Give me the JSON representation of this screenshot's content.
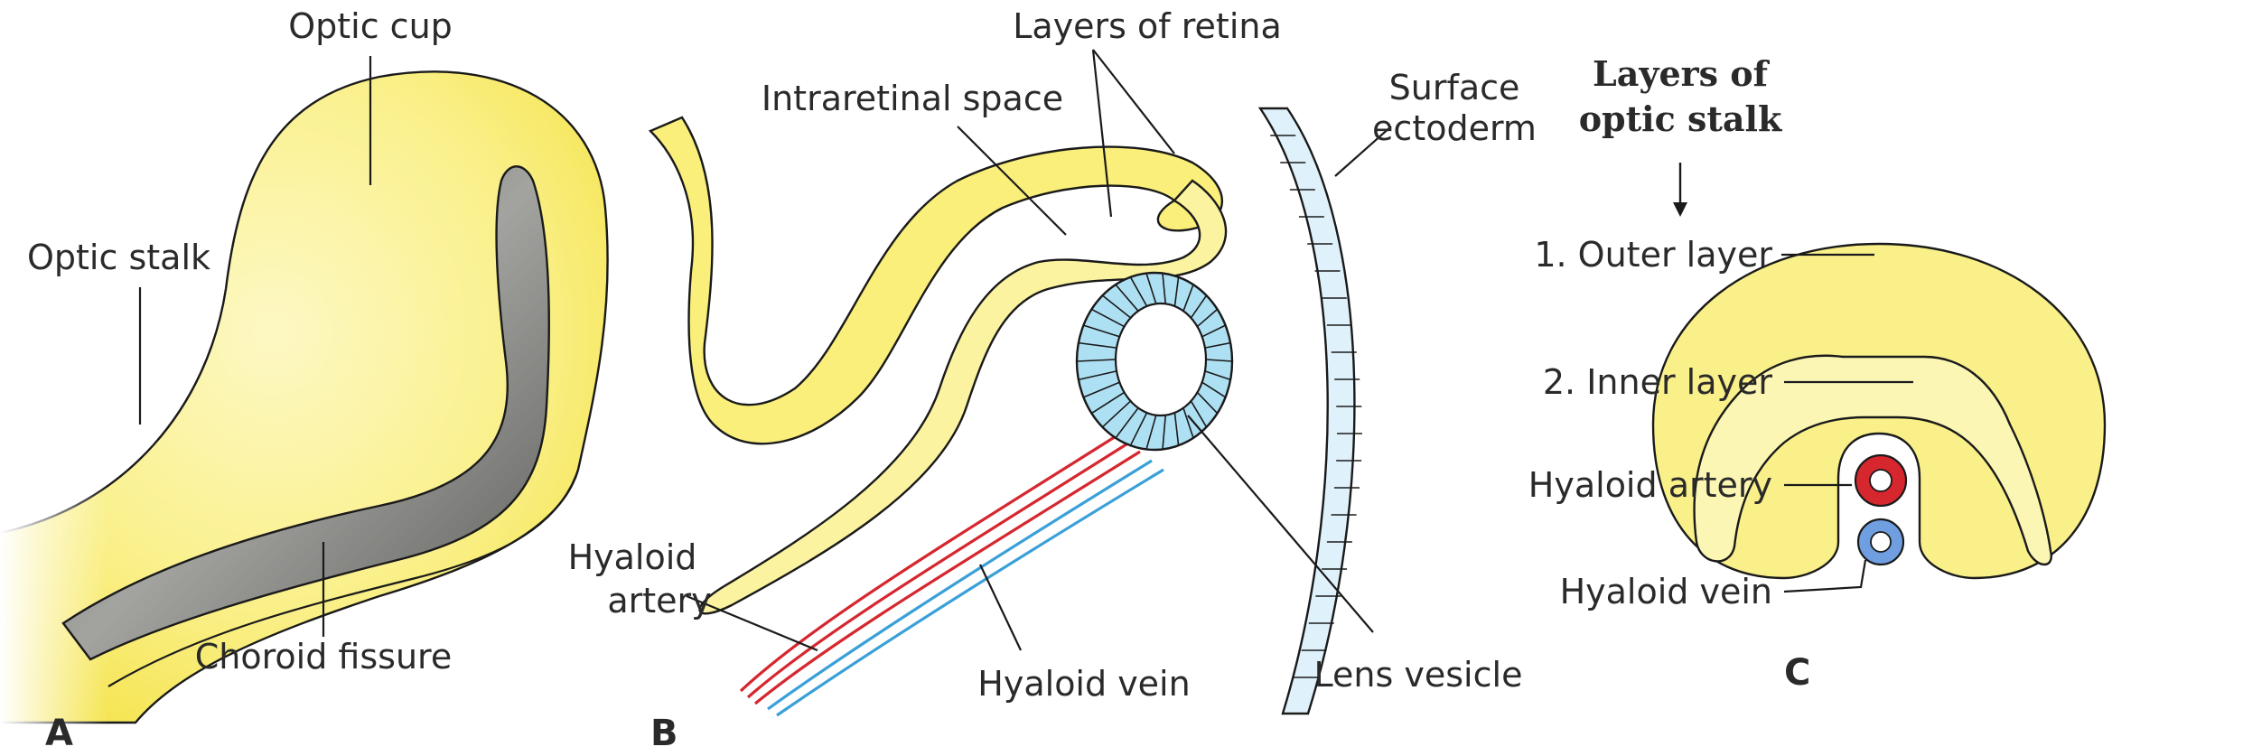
{
  "panels": {
    "a": {
      "letter": "A",
      "labels": {
        "optic_cup": "Optic cup",
        "optic_stalk": "Optic stalk",
        "choroid_fissure": "Choroid fissure"
      }
    },
    "b": {
      "letter": "B",
      "labels": {
        "layers_of_retina": "Layers of retina",
        "intraretinal_space": "Intraretinal space",
        "surface_line1": "Surface",
        "surface_line2": "ectoderm",
        "hyaloid_line1": "Hyaloid",
        "hyaloid_line2": "artery",
        "hyaloid_vein": "Hyaloid vein",
        "lens_vesicle": "Lens vesicle"
      }
    },
    "c": {
      "letter": "C",
      "heading_line1": "Layers of",
      "heading_line2": "optic stalk",
      "labels": {
        "outer_layer": "1. Outer layer",
        "inner_layer": "2. Inner layer",
        "hyaloid_artery": "Hyaloid artery",
        "hyaloid_vein": "Hyaloid vein"
      }
    }
  },
  "colors": {
    "yellow": "#f9ef7a",
    "yellow_light": "#fcf6b4",
    "gray_fissure": "#7a7a78",
    "artery_red": "#d6262e",
    "vein_blue": "#3aa0d8",
    "lens_blue": "#aee0f3",
    "vein_blue_c": "#6f9fe0"
  }
}
